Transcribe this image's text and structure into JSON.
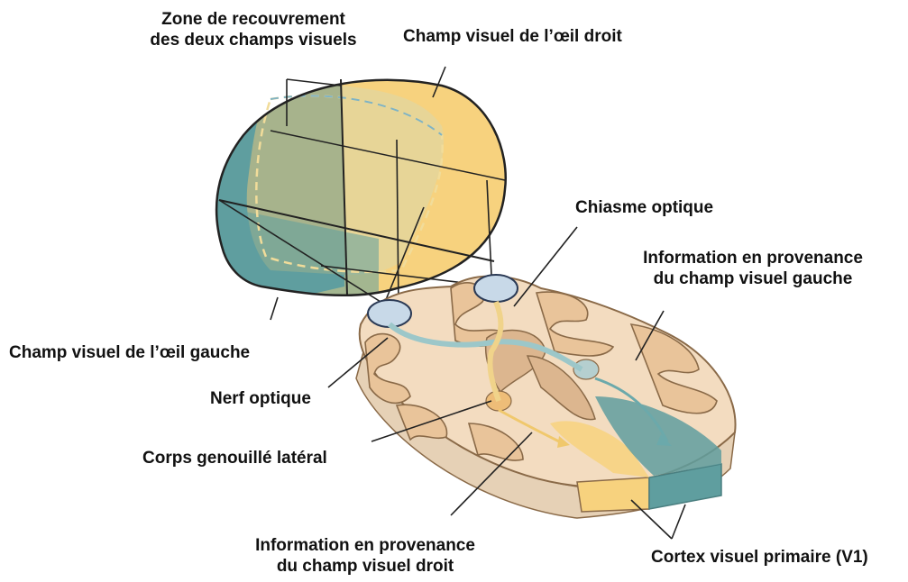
{
  "labels": {
    "overlap_line1": "Zone de recouvrement",
    "overlap_line2": "des deux champs visuels",
    "right_eye_field": "Champ visuel de l’œil droit",
    "optic_chiasm": "Chiasme optique",
    "left_info_line1": "Information en provenance",
    "left_info_line2": "du champ visuel gauche",
    "left_eye_field": "Champ visuel de l’œil gauche",
    "optic_nerve": "Nerf optique",
    "lgn": "Corps genouillé latéral",
    "right_info_line1": "Information en provenance",
    "right_info_line2": "du champ visuel droit",
    "v1": "Cortex visuel primaire (V1)"
  },
  "colors": {
    "left_field": "#5f9e9f",
    "right_field": "#f7d27e",
    "overlap": "#a7b38c",
    "brain_tissue": "#f3dcc0",
    "gyri_fill": "#e9c49a",
    "deep_structures": "#dcb68f",
    "cortex_cut": "#e6d1b6",
    "eye_fill": "#c8d9e8",
    "line": "#333333"
  }
}
